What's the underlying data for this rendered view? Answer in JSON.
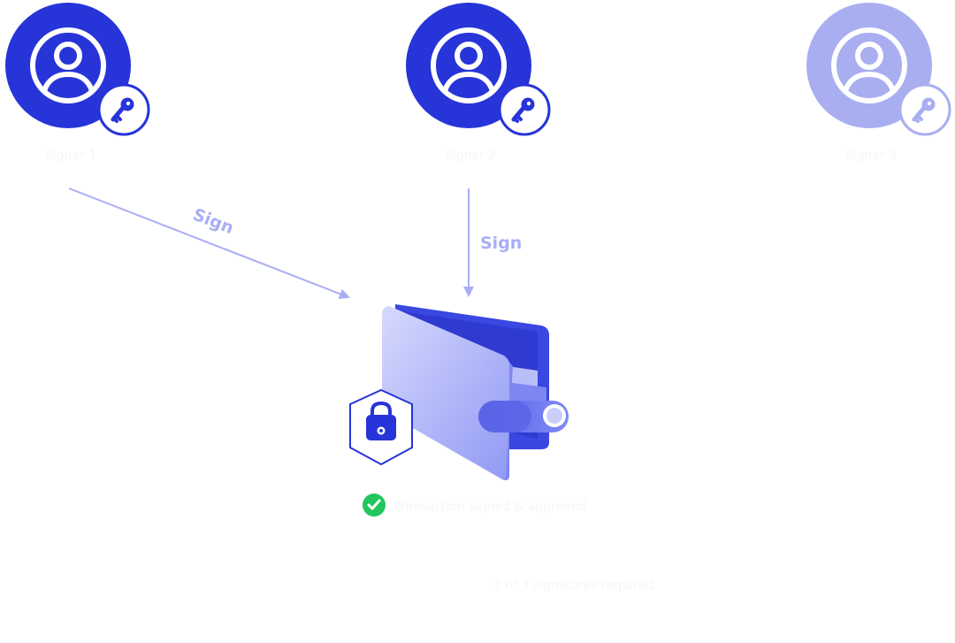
{
  "colors": {
    "primary": "#2634D8",
    "primary_muted": "#A8AEF0",
    "arrow": "#A9AEF5",
    "wallet_front_light": "#D2D5FB",
    "wallet_front_dark": "#9AA1F6",
    "wallet_back": "#3A47E0",
    "wallet_card": "#6F79EE",
    "check_green": "#22C55E",
    "ghost_text": "#F5F6FA"
  },
  "signers": [
    {
      "label": "Signer 1",
      "state": "active",
      "icon": "user-circle-icon",
      "badge_icon": "key-icon"
    },
    {
      "label": "Signer 2",
      "state": "active",
      "icon": "user-circle-icon",
      "badge_icon": "key-icon"
    },
    {
      "label": "Signer 3",
      "state": "inactive",
      "icon": "user-circle-icon",
      "badge_icon": "key-icon"
    }
  ],
  "arrows": [
    {
      "label": "Sign",
      "from": "Signer 1",
      "to": "wallet"
    },
    {
      "label": "Sign",
      "from": "Signer 2",
      "to": "wallet"
    }
  ],
  "wallet": {
    "icon": "wallet-icon",
    "lock_icon": "padlock-shield-icon"
  },
  "status": {
    "icon": "check-circle-icon",
    "text": "Transaction signed & approved"
  },
  "footnote": {
    "text": "2 of 3 signatures required"
  }
}
